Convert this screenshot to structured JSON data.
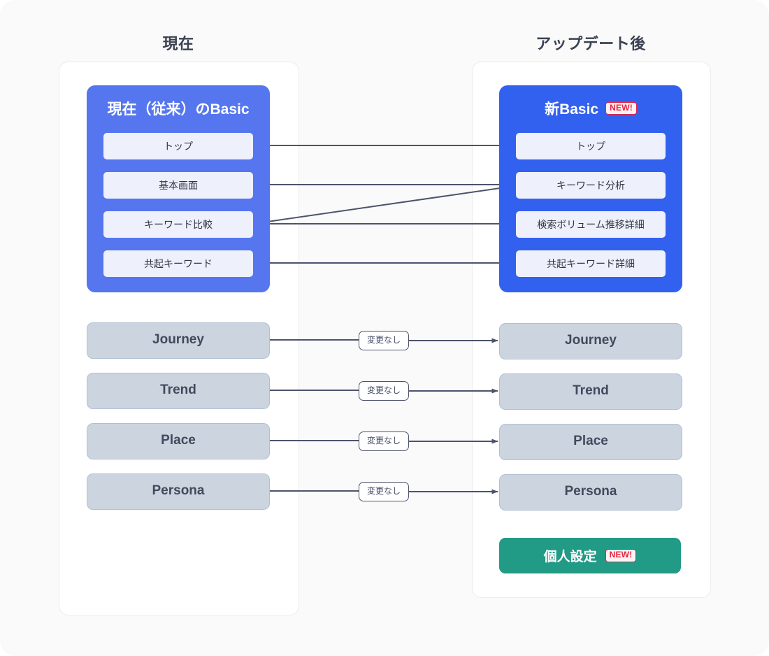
{
  "columns": {
    "left_title": "現在",
    "right_title": "アップデート後"
  },
  "left_group": {
    "title": "現在（従来）のBasic",
    "items": [
      {
        "label": "トップ"
      },
      {
        "label": "基本画面"
      },
      {
        "label": "キーワード比較"
      },
      {
        "label": "共起キーワード"
      }
    ]
  },
  "right_group": {
    "title": "新Basic",
    "badge": "NEW!",
    "items": [
      {
        "label": "トップ"
      },
      {
        "label": "キーワード分析"
      },
      {
        "label": "検索ボリューム推移詳細"
      },
      {
        "label": "共起キーワード詳細"
      }
    ]
  },
  "left_features": [
    {
      "label": "Journey"
    },
    {
      "label": "Trend"
    },
    {
      "label": "Place"
    },
    {
      "label": "Persona"
    }
  ],
  "right_features": [
    {
      "label": "Journey"
    },
    {
      "label": "Trend"
    },
    {
      "label": "Place"
    },
    {
      "label": "Persona"
    }
  ],
  "connector_labels": [
    {
      "text": "変更なし"
    },
    {
      "text": "変更なし"
    },
    {
      "text": "変更なし"
    },
    {
      "text": "変更なし"
    }
  ],
  "settings_button": {
    "label": "個人設定",
    "badge": "NEW!"
  },
  "colors": {
    "page_background": "#fafafa",
    "panel_background": "#ffffff",
    "left_group_blue": "#5576ef",
    "right_group_blue": "#3361ef",
    "chip_background": "#eef1fc",
    "feature_box": "#ccd5df",
    "feature_border": "#b0c0d2",
    "teal_button": "#219a86",
    "badge_red": "#e8223c",
    "arrow_stroke": "#4d536b",
    "heading_text": "#3b4252"
  },
  "icons": {
    "arrow": "arrow-right-icon"
  }
}
